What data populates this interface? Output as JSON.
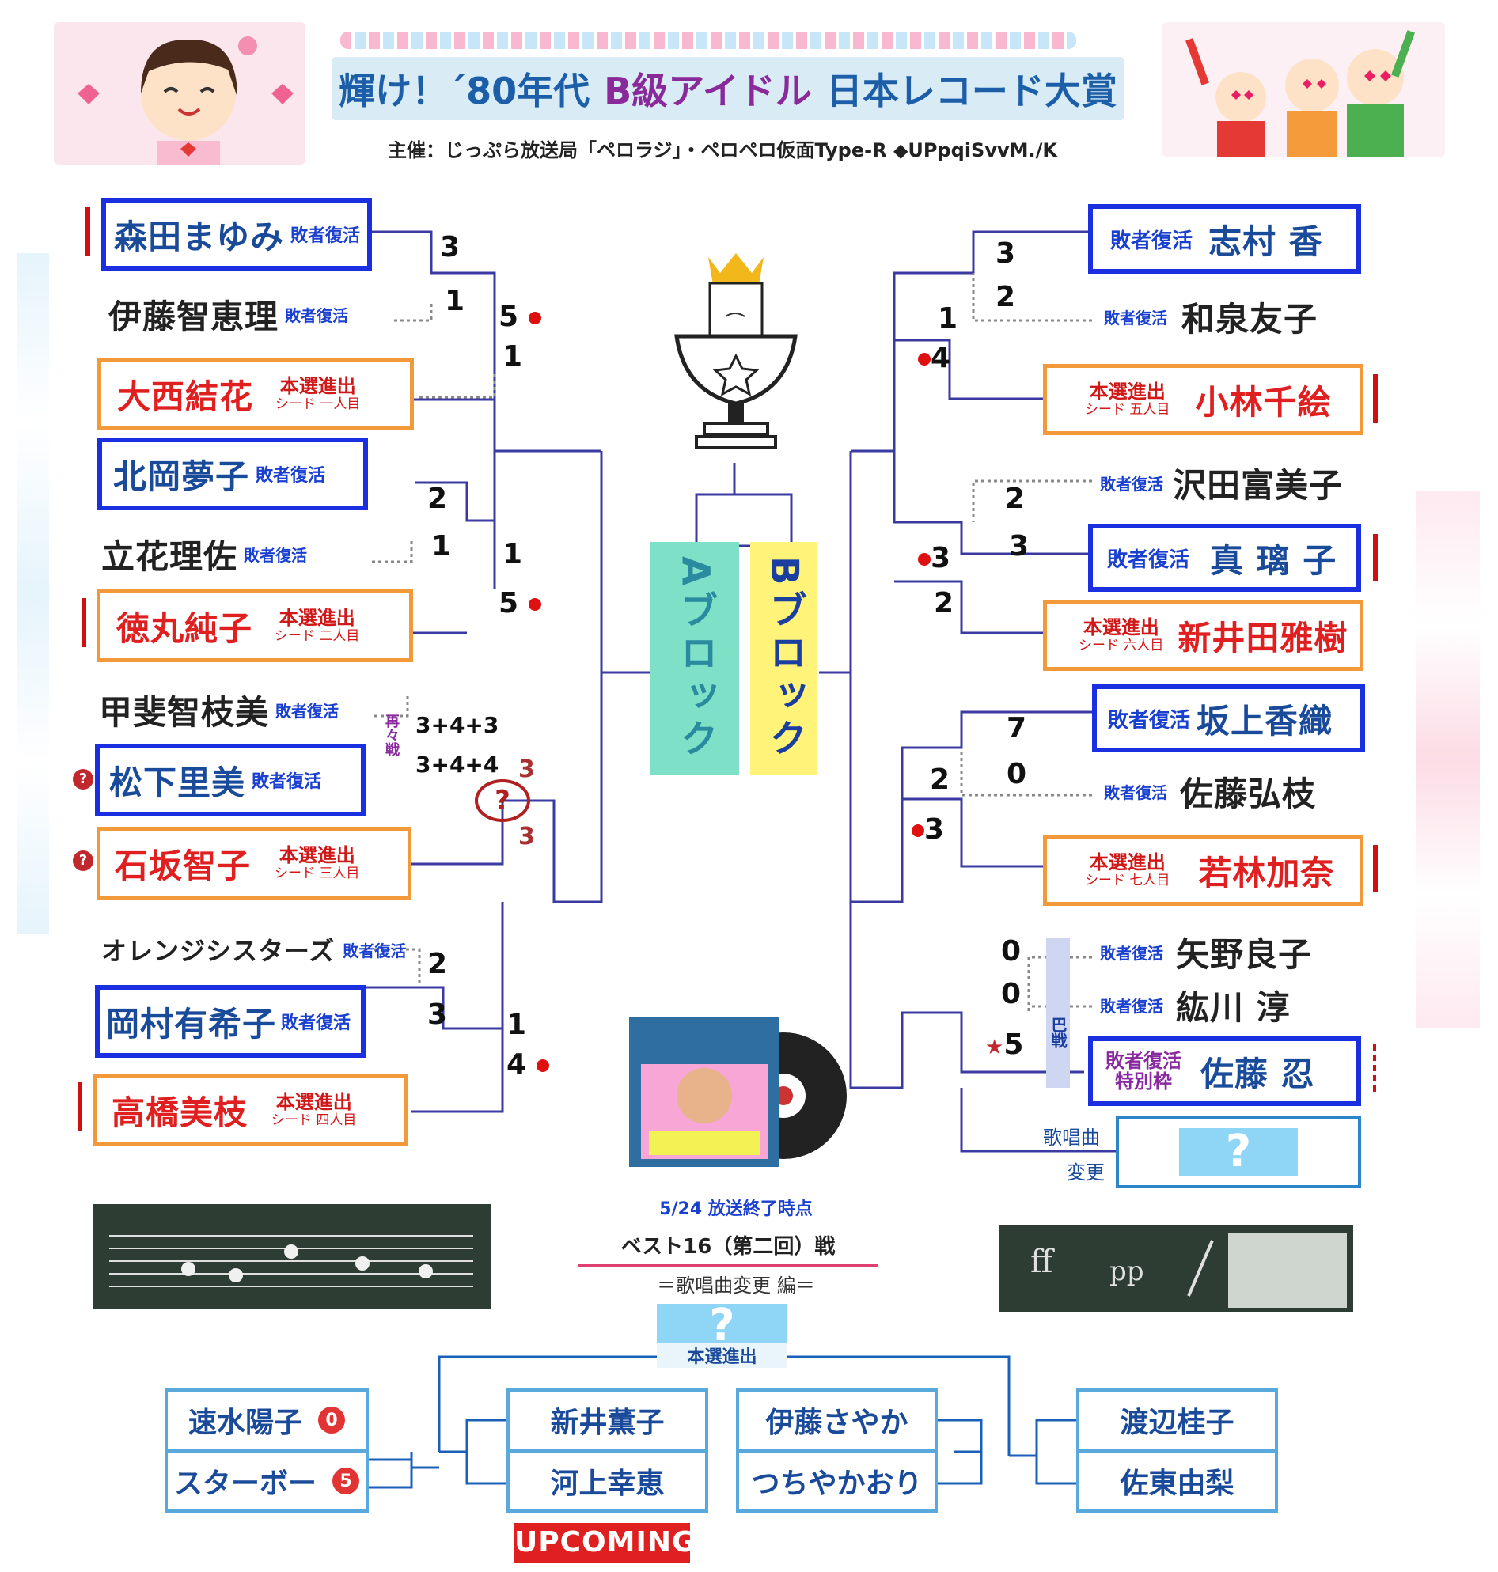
{
  "header": {
    "title_part1": "輝け！´80年代",
    "title_part2": "B級アイドル",
    "title_part3": "日本レコード大賞",
    "sponsor": "主催：じっぷら放送局「ペロラジ」・ペロペロ仮面Type-R ◆UPpqiSvvM./K"
  },
  "labels": {
    "haisha": "敗者復活",
    "honsen": "本選進出",
    "tokubetsu": "特別枠",
    "saisai": "再々戦",
    "tomoe": "巴戦",
    "kashokyoku": "歌唱曲",
    "henkou": "変更",
    "a_block": "Aブロック",
    "b_block": "Bブロック",
    "unknown": "?"
  },
  "left": [
    {
      "name": "森田まゆみ",
      "tag": "敗者復活"
    },
    {
      "name": "伊藤智恵理",
      "tag": "敗者復活"
    },
    {
      "name": "大西結花",
      "tag": "本選進出",
      "seed": "シード 一人目"
    },
    {
      "name": "北岡夢子",
      "tag": "敗者復活"
    },
    {
      "name": "立花理佐",
      "tag": "敗者復活"
    },
    {
      "name": "徳丸純子",
      "tag": "本選進出",
      "seed": "シード 二人目"
    },
    {
      "name": "甲斐智枝美",
      "tag": "敗者復活"
    },
    {
      "name": "松下里美",
      "tag": "敗者復活"
    },
    {
      "name": "石坂智子",
      "tag": "本選進出",
      "seed": "シード 三人目"
    },
    {
      "name": "オレンジシスターズ",
      "tag": "敗者復活"
    },
    {
      "name": "岡村有希子",
      "tag": "敗者復活"
    },
    {
      "name": "高橋美枝",
      "tag": "本選進出",
      "seed": "シード 四人目"
    }
  ],
  "right": [
    {
      "name": "志村 香",
      "tag": "敗者復活"
    },
    {
      "name": "和泉友子",
      "tag": "敗者復活"
    },
    {
      "name": "小林千絵",
      "tag": "本選進出",
      "seed": "シード 五人目"
    },
    {
      "name": "沢田富美子",
      "tag": "敗者復活"
    },
    {
      "name": "真 璃 子",
      "tag": "敗者復活"
    },
    {
      "name": "新井田雅樹",
      "tag": "本選進出",
      "seed": "シード 六人目"
    },
    {
      "name": "坂上香織",
      "tag": "敗者復活"
    },
    {
      "name": "佐藤弘枝",
      "tag": "敗者復活"
    },
    {
      "name": "若林加奈",
      "tag": "本選進出",
      "seed": "シード 七人目"
    },
    {
      "name": "矢野良子",
      "tag": "敗者復活"
    },
    {
      "name": "紘川 淳",
      "tag": "敗者復活"
    },
    {
      "name": "佐藤 忍",
      "tag": "敗者復活"
    }
  ],
  "scores": {
    "l1a": "3",
    "l1b": "1",
    "l1c": "5",
    "l1d": "1",
    "l2a": "2",
    "l2b": "1",
    "l2c": "1",
    "l2d": "5",
    "l3a": "3+4+3",
    "l3b": "3+4+4",
    "l3c": "3",
    "l3d": "3",
    "l4a": "2",
    "l4b": "3",
    "l4c": "1",
    "l4d": "4",
    "r1a": "3",
    "r1b": "2",
    "r1c": "1",
    "r1d": "4",
    "r2a": "2",
    "r2b": "3",
    "r2c": "3",
    "r2d": "2",
    "r3a": "7",
    "r3b": "0",
    "r3c": "2",
    "r3d": "3",
    "r4a": "0",
    "r4b": "0",
    "r4c": "5"
  },
  "center": {
    "status_date": "5/24 放送終了時点",
    "round_title": "ベスト16（第二回）戦",
    "subtitle": "＝歌唱曲変更 編＝"
  },
  "bottom": {
    "left1": "速水陽子",
    "left1_score": "0",
    "left2": "スターボー",
    "left2_score": "5",
    "m1": "新井薫子",
    "m2": "河上幸恵",
    "m3": "伊藤さやか",
    "m4": "つちやかおり",
    "r1": "渡辺桂子",
    "r2": "佐東由梨",
    "top_label": "本選進出",
    "upcoming": "UPCOMING"
  },
  "colors": {
    "blue_border": "#1a2fe0",
    "orange_border": "#f29a3a",
    "line": "#3a3aa0",
    "a_block": "#7fe0c8",
    "b_block": "#fff37a"
  }
}
